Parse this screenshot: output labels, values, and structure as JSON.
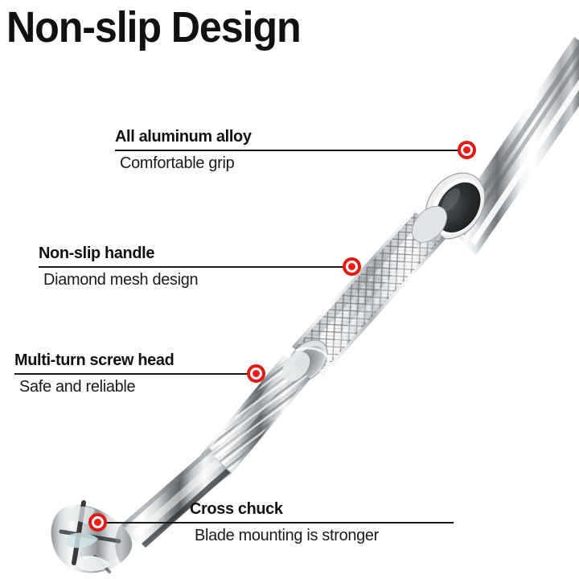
{
  "title": "Non-slip Design",
  "background_color": "#ffffff",
  "marker_color": "#e01b16",
  "text_color": "#111111",
  "callouts": [
    {
      "id": "all-aluminum-alloy",
      "title": "All aluminum alloy",
      "subtitle": "Comfortable grip",
      "marker_label": "target-marker-tube"
    },
    {
      "id": "non-slip-handle",
      "title": "Non-slip handle",
      "subtitle": "Diamond mesh design",
      "marker_label": "target-marker-handle"
    },
    {
      "id": "multi-turn-screw-head",
      "title": "Multi-turn screw head",
      "subtitle": "Safe and reliable",
      "marker_label": "target-marker-screw"
    },
    {
      "id": "cross-chuck",
      "title": "Cross chuck",
      "subtitle": "Blade mounting is stronger",
      "marker_label": "target-marker-chuck"
    }
  ],
  "product": {
    "name": "pin-vise-hand-drill",
    "parts": [
      "aluminum-tube",
      "knurled-handle",
      "threaded-screw-head",
      "tapered-shaft",
      "cross-chuck"
    ]
  }
}
